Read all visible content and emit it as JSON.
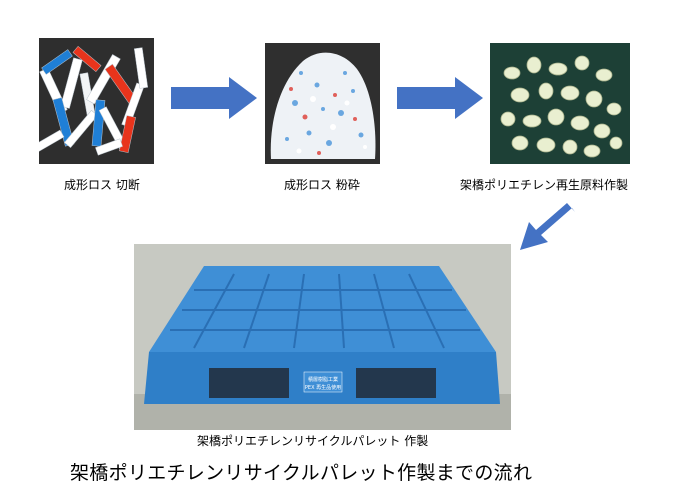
{
  "steps": [
    {
      "caption": "成形ロス 切断"
    },
    {
      "caption": "成形ロス 粉砕"
    },
    {
      "caption": "架橋ポリエチレン再生原料作製"
    },
    {
      "caption": "架橋ポリエチレンリサイクルパレット 作製"
    }
  ],
  "pallet_label": {
    "line1": "積層樹脂工業",
    "line2": "PEX 再生品使用"
  },
  "title": "架橋ポリエチレンリサイクルパレット作製までの流れ",
  "colors": {
    "arrow": "#4472c4",
    "pallet": "#3f8fd6",
    "pellet": "#e9efd0"
  }
}
